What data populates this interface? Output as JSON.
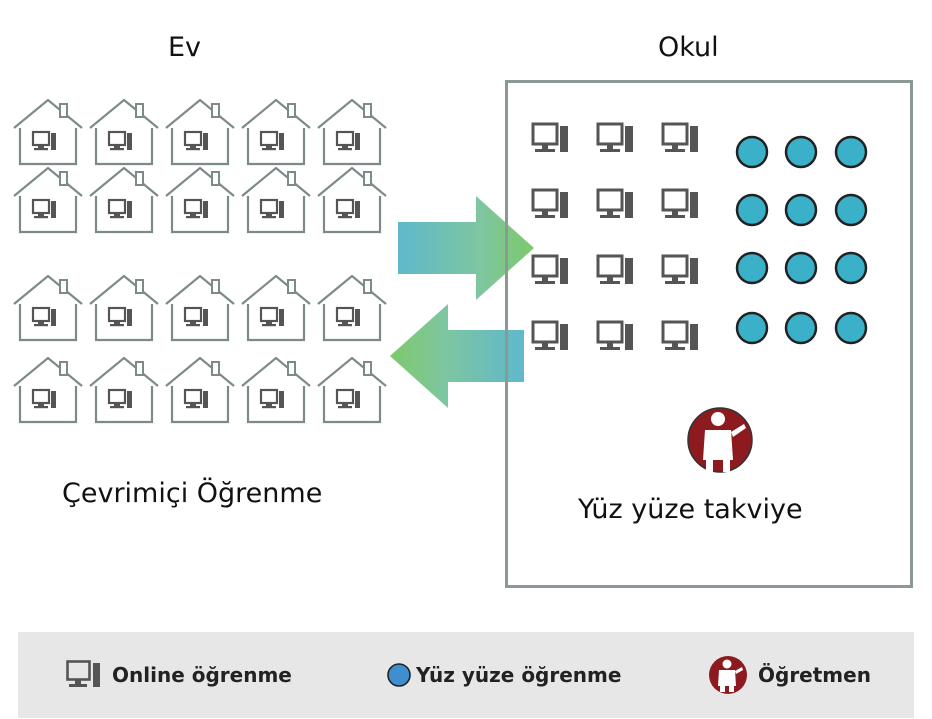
{
  "titles": {
    "home": "Ev",
    "school": "Okul"
  },
  "captions": {
    "online": "Çevrimiçi Öğrenme",
    "face_to_face": "Yüz yüze takviye"
  },
  "legend": {
    "online": "Online öğrenme",
    "face_to_face": "Yüz yüze öğrenme",
    "teacher": "Öğretmen"
  },
  "grid": {
    "home_rows": 4,
    "home_cols": 5,
    "school_computer_rows": 4,
    "school_computer_cols": 3,
    "school_student_rows": 4,
    "school_student_cols": 3
  },
  "colors": {
    "student_circle": "#3bb0c9",
    "teacher_circle": "#8c1a1f",
    "arrow_teal": "#5fb8cc",
    "arrow_green": "#7dc96b",
    "icon_gray": "#555555"
  },
  "icons": {
    "computer": "computer-icon",
    "house": "house-icon",
    "student": "student-circle-icon",
    "teacher": "teacher-icon"
  }
}
